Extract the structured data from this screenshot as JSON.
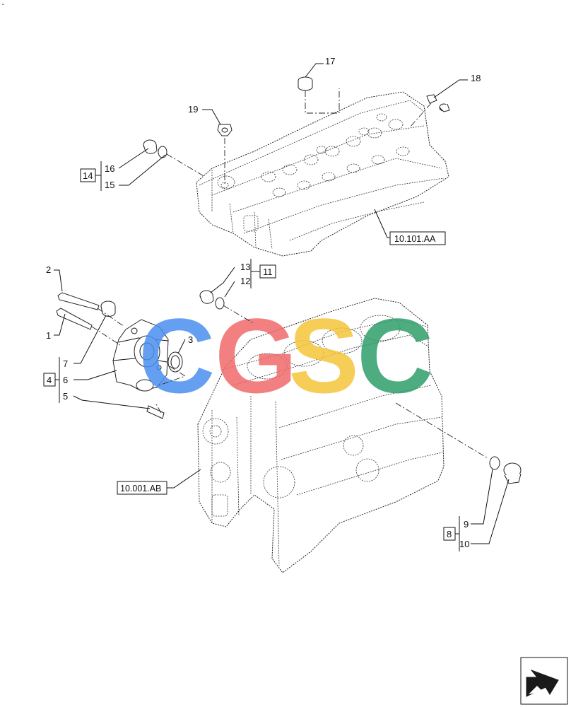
{
  "corner_mark": "·",
  "watermark": {
    "letters": [
      "C",
      "G",
      "S",
      "C"
    ],
    "colors": [
      "#4a8ff0",
      "#f06a6a",
      "#f5c63a",
      "#2e9e6a"
    ]
  },
  "references": {
    "cylinder_head": "10.101.AA",
    "engine_block": "10.001.AB"
  },
  "callouts": {
    "c1": "1",
    "c2": "2",
    "c3": "3",
    "c5": "5",
    "c6": "6",
    "c7": "7",
    "c9": "9",
    "c10": "10",
    "c12": "12",
    "c13": "13",
    "c15": "15",
    "c16": "16",
    "c17": "17",
    "c18": "18",
    "c19": "19"
  },
  "groups": {
    "g4": "4",
    "g8": "8",
    "g11": "11",
    "g14": "14"
  },
  "icons": {
    "nav": "next-page-arrow-icon"
  }
}
